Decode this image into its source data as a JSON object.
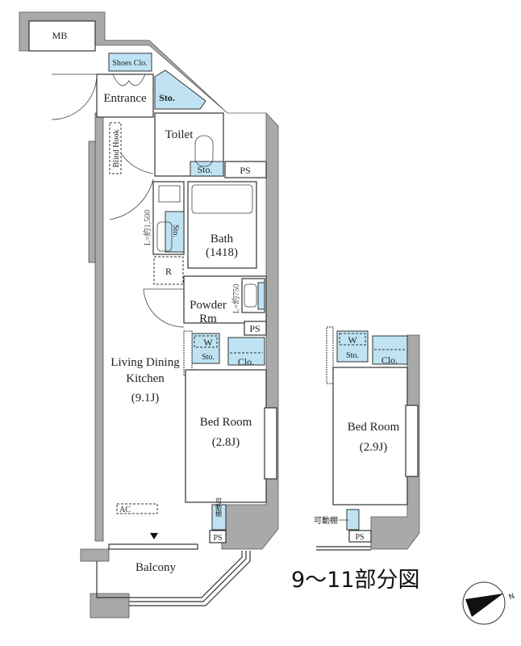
{
  "floor_plan": {
    "rooms": {
      "mb": "MB",
      "shoes_closet": "Shoes Clo.",
      "entrance": "Entrance",
      "entrance_storage": "Sto.",
      "toilet": "Toilet",
      "toilet_storage": "Sto.",
      "ps_top": "PS",
      "blind_hook": "Blind Hook",
      "kitchen_length": "L=約1,500",
      "kitchen_storage": "Sto.",
      "refrigerator": "R",
      "bath": "Bath",
      "bath_size": "(1418)",
      "powder_room_line1": "Powder",
      "powder_room_line2": "Rm",
      "vanity_length": "L=約750",
      "ps_mid": "PS",
      "walk_in_storage_w": "W",
      "walk_in_storage": "Sto.",
      "closet": "Clo.",
      "ldk_line1": "Living Dining",
      "ldk_line2": "Kitchen",
      "ldk_size": "(9.1J)",
      "bedroom": "Bed Room",
      "bedroom_size": "(2.8J)",
      "ac": "AC",
      "adjustable_shelf": "可動棚",
      "ps_bottom": "PS",
      "balcony": "Balcony"
    },
    "partial_plan": {
      "title": "9～11部分図",
      "walk_in_storage_w": "W",
      "walk_in_storage": "Sto.",
      "closet": "Clo.",
      "bedroom": "Bed Room",
      "bedroom_size": "(2.9J)",
      "adjustable_shelf": "可動棚",
      "ps": "PS"
    },
    "compass": {
      "icon": "north-arrow-icon",
      "label": "N"
    },
    "colors": {
      "storage": "#bfe3f2",
      "wall": "#a9a9a9"
    }
  }
}
